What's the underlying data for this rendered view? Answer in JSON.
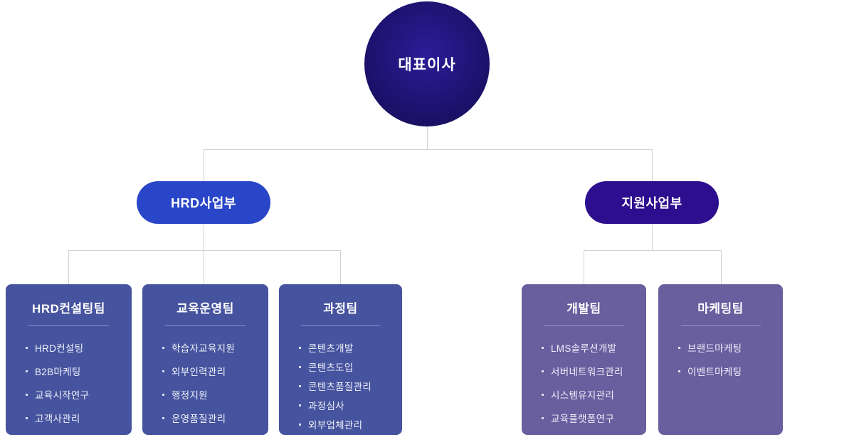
{
  "root": {
    "label": "대표이사"
  },
  "divisions": [
    {
      "label": "HRD사업부"
    },
    {
      "label": "지원사업부"
    }
  ],
  "teams": [
    {
      "title": "HRD컨설팅팀",
      "items": [
        "HRD컨설팅",
        "B2B마케팅",
        "교육시작연구",
        "고객사관리"
      ]
    },
    {
      "title": "교육운영팀",
      "items": [
        "학습자교육지원",
        "외부인력관리",
        "행정지원",
        "운영품질관리"
      ]
    },
    {
      "title": "과정팀",
      "items": [
        "콘텐츠개발",
        "콘텐츠도입",
        "콘텐츠품질관리",
        "과정심사",
        "외부업체관리"
      ]
    },
    {
      "title": "개발팀",
      "items": [
        "LMS솔루션개발",
        "서버네트워크관리",
        "시스템유지관리",
        "교육플랫폼연구"
      ]
    },
    {
      "title": "마케팅팀",
      "items": [
        "브랜드마케팅",
        "이벤트마케팅"
      ]
    }
  ],
  "colors": {
    "root_node_light": "#2c1c98",
    "root_node_dark": "#170e5c",
    "division_hrd": "#2946c8",
    "division_support": "#2c0e8e",
    "team_card_blue": "#46539e",
    "team_card_purple": "#695e9e",
    "connector": "#ccd5cb",
    "text": "#ffffff"
  }
}
